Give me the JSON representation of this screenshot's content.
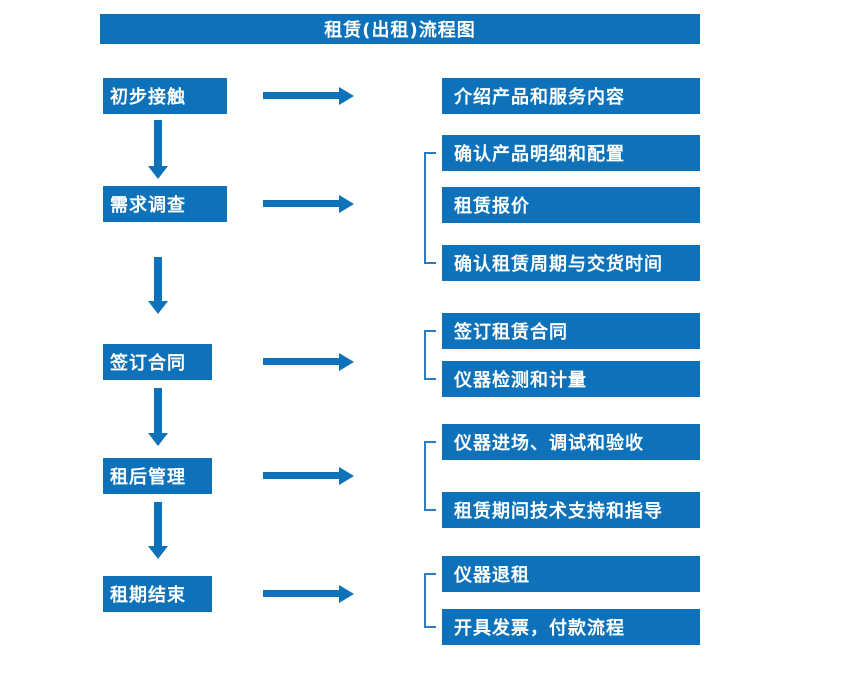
{
  "title": "租赁(出租)流程图",
  "colors": {
    "primary_blue": "#0d72b9",
    "bracket_blue": "#2e7bbf",
    "text_white": "#ffffff",
    "background": "#ffffff"
  },
  "chart_data": {
    "type": "flowchart",
    "direction": "top-to-bottom",
    "steps": [
      {
        "label": "初步接触",
        "details": [
          "介绍产品和服务内容"
        ]
      },
      {
        "label": "需求调查",
        "details": [
          "确认产品明细和配置",
          "租赁报价",
          "确认租赁周期与交货时间"
        ]
      },
      {
        "label": "签订合同",
        "details": [
          "签订租赁合同",
          "仪器检测和计量"
        ]
      },
      {
        "label": "租后管理",
        "details": [
          "仪器进场、调试和验收",
          "租赁期间技术支持和指导"
        ]
      },
      {
        "label": "租期结束",
        "details": [
          "仪器退租",
          "开具发票，付款流程"
        ]
      }
    ]
  },
  "steps": [
    {
      "label": "初步接触",
      "details": [
        "介绍产品和服务内容"
      ]
    },
    {
      "label": "需求调查",
      "details": [
        "确认产品明细和配置",
        "租赁报价",
        "确认租赁周期与交货时间"
      ]
    },
    {
      "label": "签订合同",
      "details": [
        "签订租赁合同",
        "仪器检测和计量"
      ]
    },
    {
      "label": "租后管理",
      "details": [
        "仪器进场、调试和验收",
        "租赁期间技术支持和指导"
      ]
    },
    {
      "label": "租期结束",
      "details": [
        "仪器退租",
        "开具发票，付款流程"
      ]
    }
  ]
}
